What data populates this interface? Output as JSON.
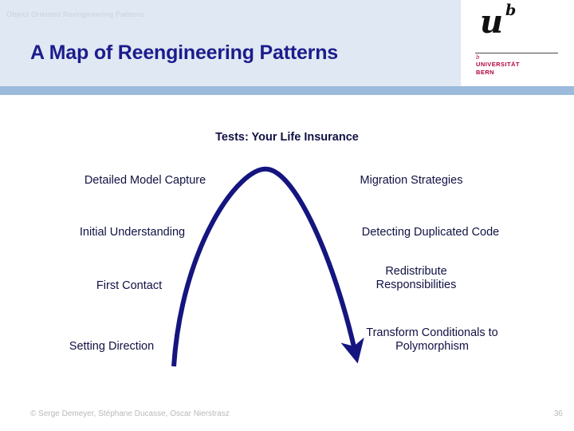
{
  "header": {
    "kicker": "Object Oriented Reengineering Patterns",
    "title": "A Map of Reengineering Patterns",
    "band_color": "#e0e8f3",
    "stripe_color": "#9bbadc",
    "title_color": "#1c1c8c"
  },
  "logo": {
    "mark_u": "u",
    "mark_b": "b",
    "tick": "b",
    "line1": "UNIVERSITÄT",
    "line2": "BERN",
    "accent_color": "#b0043c"
  },
  "diagram": {
    "arc_color": "#151580",
    "label_color": "#111144",
    "top_label": "Tests: Your Life Insurance",
    "left_labels": [
      "Detailed Model Capture",
      "Initial Understanding",
      "First Contact",
      "Setting Direction"
    ],
    "right_labels": [
      "Migration Strategies",
      "Detecting Duplicated Code",
      "Redistribute\nResponsibilities",
      "Transform Conditionals to\nPolymorphism"
    ]
  },
  "footer": {
    "credits": "© Serge Demeyer, Stéphane Ducasse, Oscar Nierstrasz",
    "page_number": "36",
    "text_color": "#b9b9b9"
  }
}
